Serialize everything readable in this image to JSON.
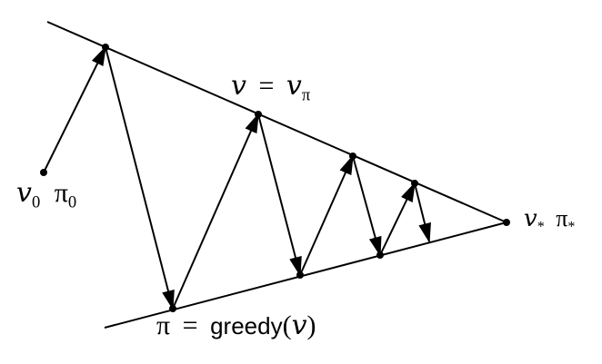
{
  "labels": {
    "v0": {
      "sym": "v",
      "sub": "0"
    },
    "pi0": {
      "sym": "π",
      "sub": "0"
    },
    "v_star": {
      "sym": "v",
      "sub": "*"
    },
    "pi_star": {
      "sym": "π",
      "sub": "*"
    },
    "value_line": {
      "lhs": "v",
      "eq": "=",
      "rhs": "v",
      "rhs_sub": "π"
    },
    "policy_line": {
      "lhs": "π",
      "eq": "=",
      "func": "greedy",
      "arg_open": "(",
      "arg": "v",
      "arg_close": ")"
    }
  },
  "colors": {
    "ink": "#000000",
    "background": "#ffffff"
  }
}
